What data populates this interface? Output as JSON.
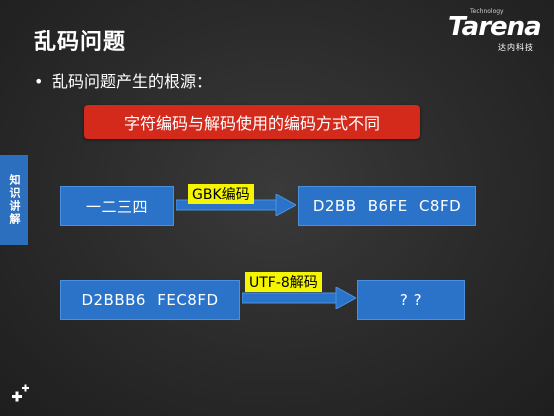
{
  "slide": {
    "title": "乱码问题",
    "bullet": "乱码问题产生的根源：",
    "highlight": "字符编码与解码使用的编码方式不同"
  },
  "logo": {
    "small": "Technology",
    "main": "Tarena",
    "sub": "达内科技"
  },
  "side_tab": {
    "label": "知识讲解"
  },
  "flow1": {
    "source": "一二三四",
    "label": "GBK编码",
    "result": "D2BB B6FE C8FD"
  },
  "flow2": {
    "source": "D2BBB6 FEC8FD",
    "label": "UTF-8解码",
    "result": "? ?"
  },
  "colors": {
    "background": "#2e2e2e",
    "highlight": "#d42a1c",
    "box": "#2a73c9",
    "label": "#f5f500",
    "side_tab": "#2d6fbf"
  },
  "icons": [
    "plus-cluster-icon",
    "arrow-right-icon",
    "bullet-dot-icon"
  ]
}
